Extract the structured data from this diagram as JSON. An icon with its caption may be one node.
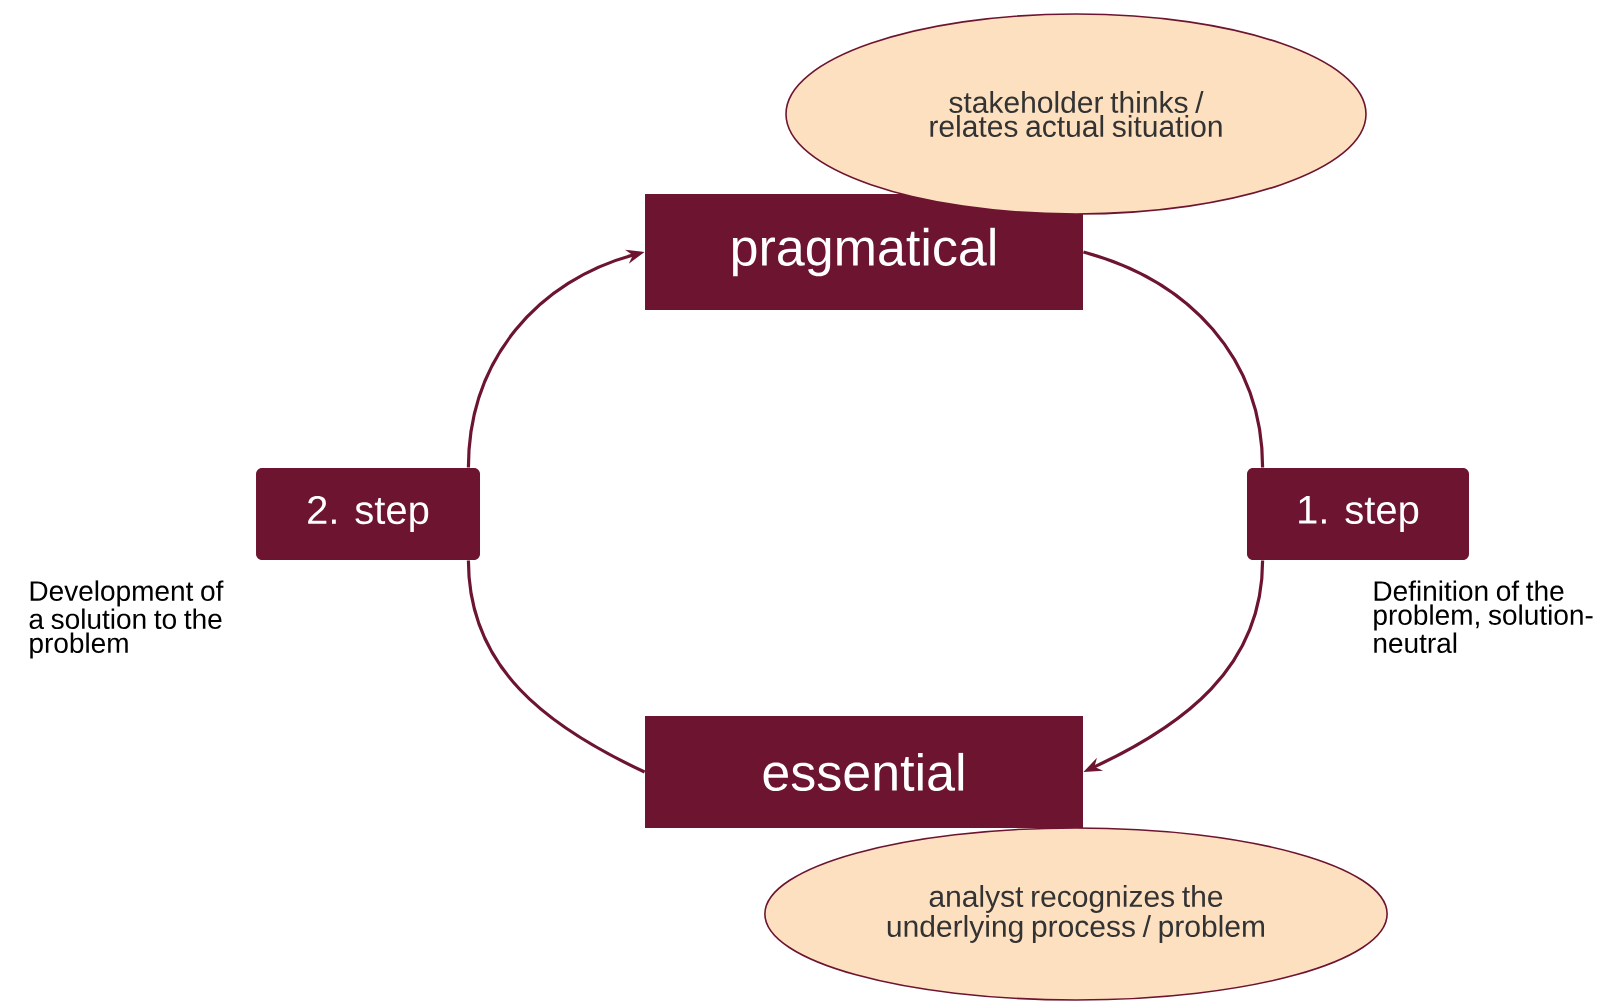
{
  "diagram": {
    "nodes": [
      {
        "text": [
          "stakeholder thinks / relates actual situation"
        ]
      },
      {
        "text": [
          "pragmatical"
        ]
      },
      {
        "text": [
          "2. step"
        ],
        "beside": [
          "Development of a solution to the problem"
        ]
      },
      {
        "text": [
          "1. step"
        ],
        "beside": [
          "Definition of the problem, solution-neutral"
        ]
      },
      {
        "text": [
          "essential"
        ]
      },
      {
        "text": [
          "analyst recognizes the underlying process / problem"
        ]
      }
    ],
    "edges": [
      {
        "from": 1,
        "to": 3,
        "arrow": "none"
      },
      {
        "from": 3,
        "to": 4,
        "arrow": "to"
      },
      {
        "from": 4,
        "to": 2,
        "arrow": "none"
      },
      {
        "from": 2,
        "to": 1,
        "arrow": "to"
      }
    ]
  }
}
